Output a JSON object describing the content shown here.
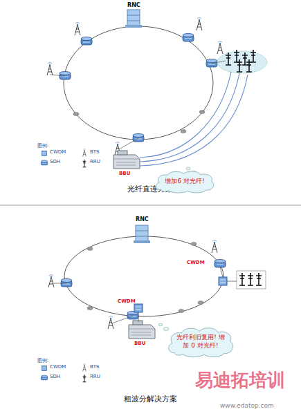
{
  "diagram": {
    "nodes": [
      {
        "text": [
          "增加6 对光纤!"
        ]
      },
      {
        "text": [
          "光纤利旧复用! 增加 0 对光纤!"
        ]
      }
    ],
    "labels": [
      "RNC",
      "BBU",
      "图例:",
      "光纤直连方案",
      "RNC",
      "CWDM",
      "CWDM",
      "BBU",
      "图例:",
      "粗波分解决方案",
      "易迪拓培训",
      "www.edatop.com"
    ],
    "legend": [
      {
        "text": "CWDM"
      },
      {
        "text": "BTS"
      },
      {
        "text": "SDH"
      },
      {
        "text": "RRU"
      },
      {
        "text": "CWDM"
      },
      {
        "text": "BTS"
      },
      {
        "text": "SDH"
      },
      {
        "text": "RRU"
      }
    ]
  }
}
